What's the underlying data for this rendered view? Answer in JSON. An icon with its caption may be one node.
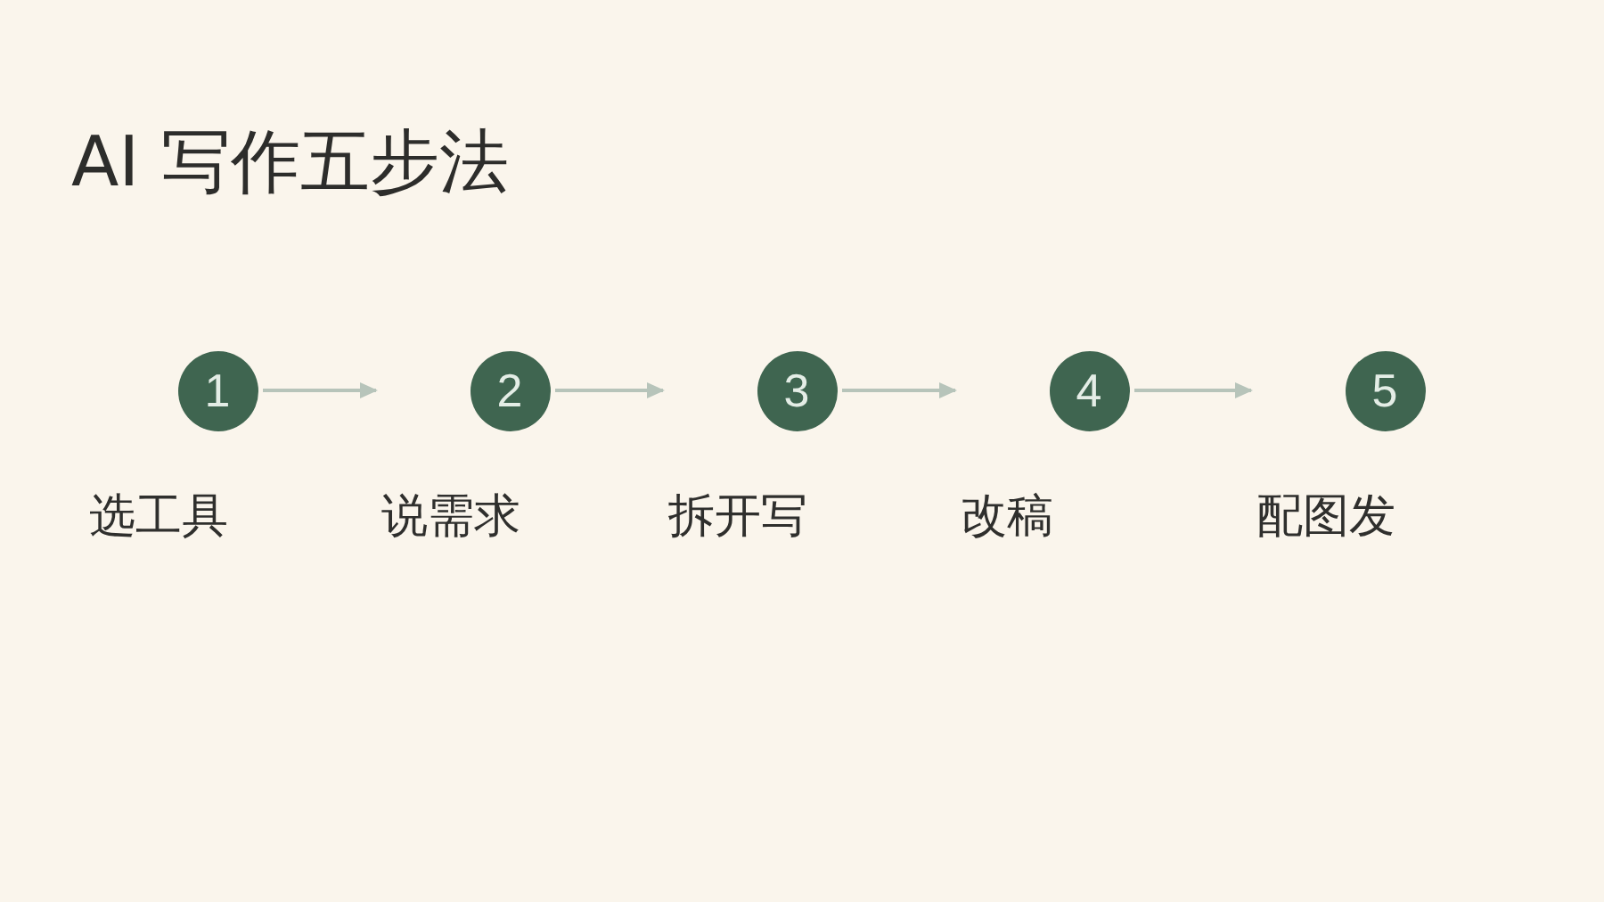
{
  "diagram": {
    "title": "AI 写作五步法",
    "nodes": [
      {
        "text": [
          "1"
        ],
        "beside": [
          "选工具"
        ]
      },
      {
        "text": [
          "2"
        ],
        "beside": [
          "说需求"
        ]
      },
      {
        "text": [
          "3"
        ],
        "beside": [
          "拆开写"
        ]
      },
      {
        "text": [
          "4"
        ],
        "beside": [
          "改稿"
        ]
      },
      {
        "text": [
          "5"
        ],
        "beside": [
          "配图发"
        ]
      }
    ],
    "edges": [
      {
        "from": 0,
        "to": 1,
        "arrow": "to"
      },
      {
        "from": 1,
        "to": 2,
        "arrow": "to"
      },
      {
        "from": 2,
        "to": 3,
        "arrow": "to"
      },
      {
        "from": 3,
        "to": 4,
        "arrow": "to"
      }
    ]
  }
}
